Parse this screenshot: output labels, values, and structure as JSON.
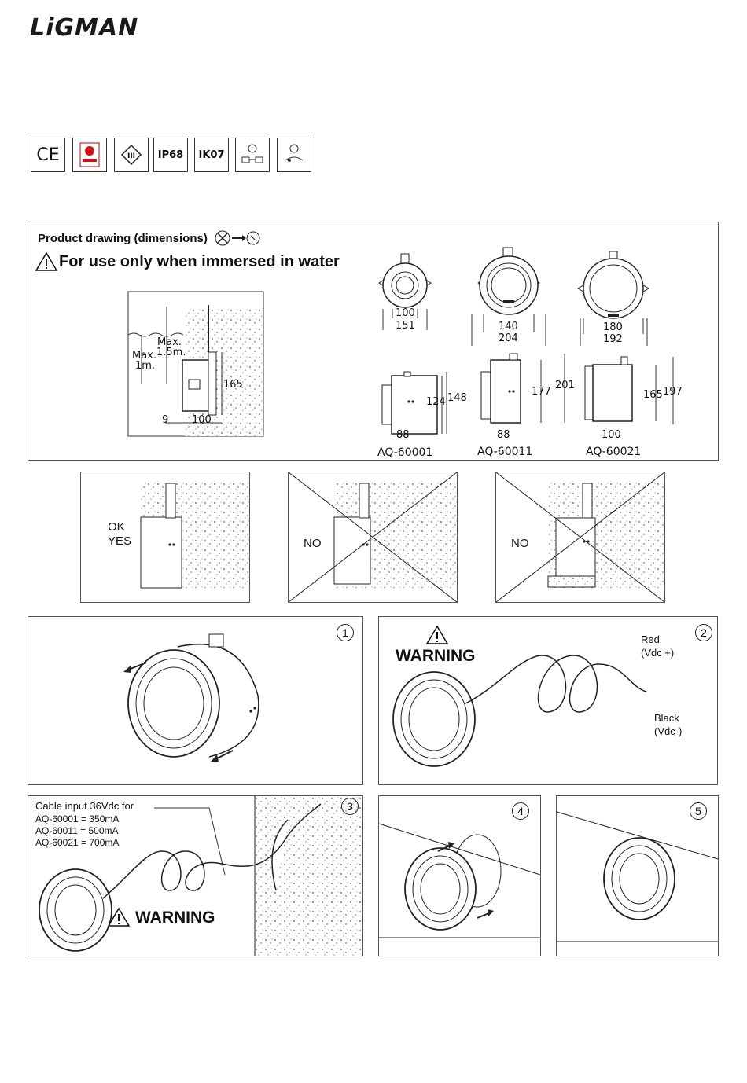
{
  "brand": "LiGMAN",
  "certifications": [
    {
      "label": "CE",
      "icon": "ce-mark-icon"
    },
    {
      "label": "",
      "icon": "quality-seal-icon"
    },
    {
      "label": "",
      "icon": "class-iii-icon"
    },
    {
      "label": "IP68",
      "icon": "ip68-icon"
    },
    {
      "label": "IK07",
      "icon": "ik07-icon"
    },
    {
      "label": "",
      "icon": "driver-icon"
    },
    {
      "label": "",
      "icon": "installation-icon"
    }
  ],
  "drawing": {
    "title": "Product drawing (dimensions)",
    "warning": "For use only when immersed in water",
    "side": {
      "max_1": "Max.",
      "max_1_val": "1.5m.",
      "max_2": "Max.",
      "max_2_val": "1m.",
      "dim_165": "165",
      "dim_9": "9",
      "dim_100": "100"
    },
    "models": [
      {
        "code": "AQ-60001",
        "inner": "100",
        "outer": "151",
        "depth": "88",
        "h1": "124",
        "h2": "148"
      },
      {
        "code": "AQ-60011",
        "inner": "140",
        "outer": "204",
        "depth": "88",
        "h1": "177",
        "h2": "201"
      },
      {
        "code": "AQ-60021",
        "inner": "180",
        "outer": "192",
        "depth": "100",
        "h1": "165",
        "h2": "197"
      }
    ]
  },
  "placement": {
    "ok_line1": "OK",
    "ok_line2": "YES",
    "no_1": "NO",
    "no_2": "NO"
  },
  "steps": {
    "s1": "1",
    "s2": "2",
    "s3": "3",
    "s4": "4",
    "s5": "5",
    "warning": "WARNING",
    "red_1": "Red",
    "red_2": "(Vdc +)",
    "black_1": "Black",
    "black_2": "(Vdc-)",
    "cable_title": "Cable input 36Vdc for",
    "cable_lines": [
      "AQ-60001 = 350mA",
      "AQ-60011 = 500mA",
      "AQ-60021 = 700mA"
    ]
  }
}
